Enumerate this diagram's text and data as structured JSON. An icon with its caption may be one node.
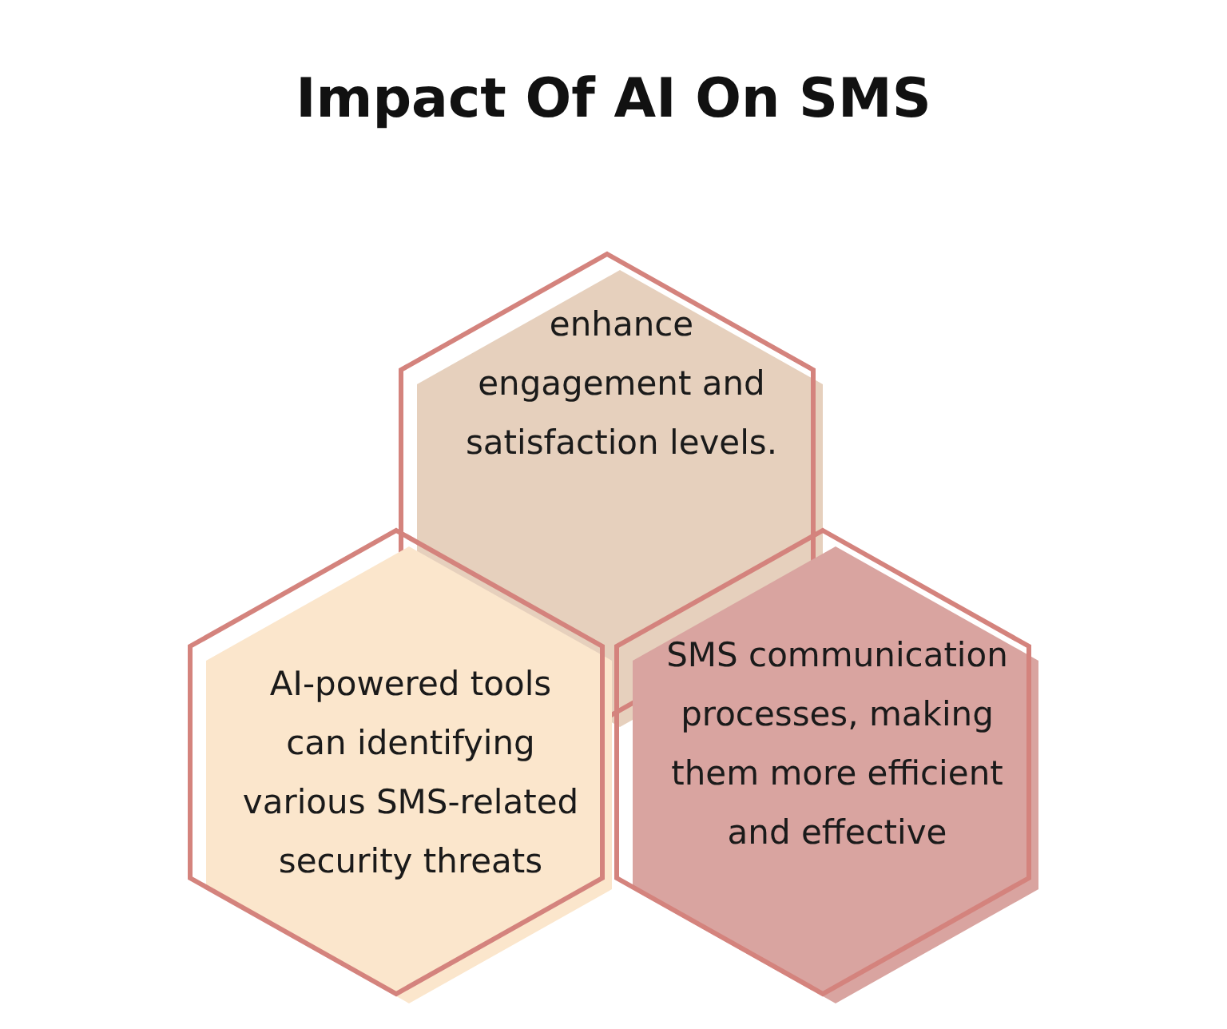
{
  "diagram": {
    "title": "Impact Of AI On SMS",
    "nodes": [
      {
        "text": [
          "enhance engagement and satisfaction levels."
        ]
      },
      {
        "text": [
          "AI-powered tools can identifying various SMS-related security threats"
        ]
      },
      {
        "text": [
          "SMS communication processes, making them more efficient and effective"
        ]
      }
    ]
  }
}
